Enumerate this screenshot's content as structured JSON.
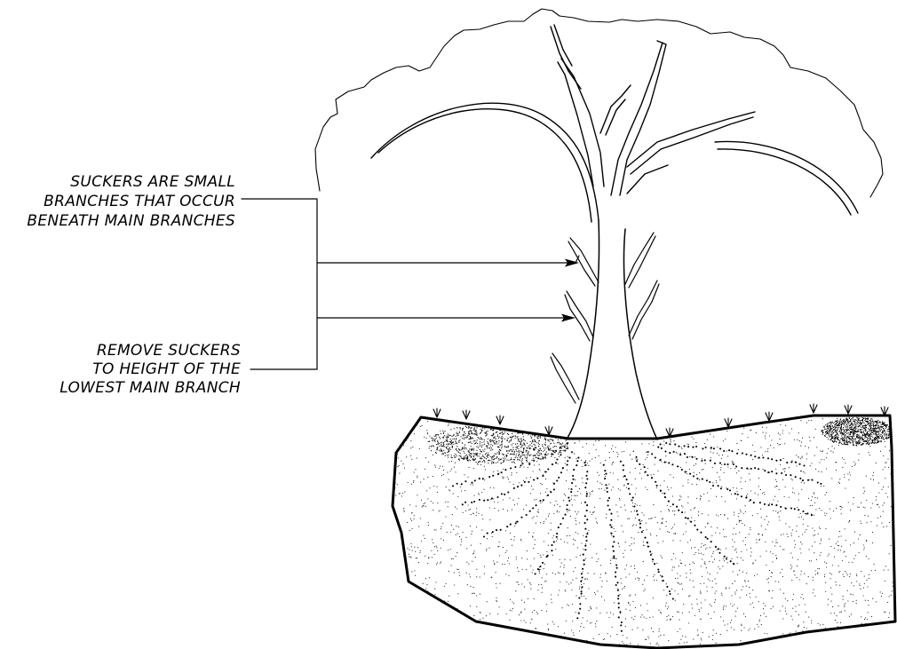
{
  "annotations": {
    "suckers_definition": {
      "lines": [
        "SUCKERS  ARE SMALL",
        "BRANCHES THAT OCCUR",
        "BENEATH MAIN BRANCHES"
      ]
    },
    "removal_instruction": {
      "lines": [
        "REMOVE SUCKERS",
        "TO HEIGHT OF THE",
        "LOWEST MAIN BRANCH"
      ]
    }
  },
  "colors": {
    "ink": "#000000",
    "background": "#ffffff"
  }
}
